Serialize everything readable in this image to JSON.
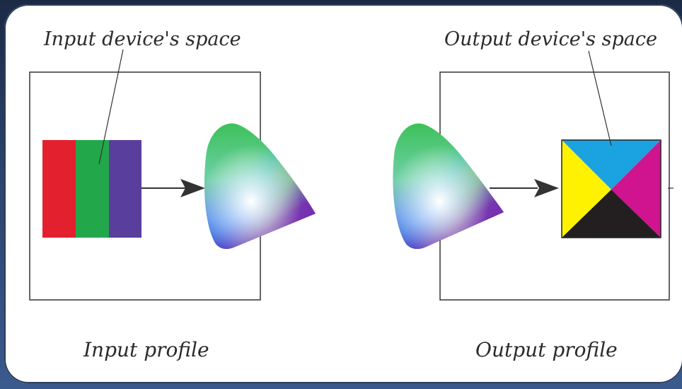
{
  "labels": {
    "input_space": "Input device's space",
    "output_space": "Output device's space",
    "input_profile": "Input profile",
    "output_profile": "Output profile"
  },
  "colors": {
    "rgb_red": "#e3202e",
    "rgb_green": "#22a84a",
    "rgb_blue": "#5a3e9e",
    "cmyk_cyan": "#1aa3e0",
    "cmyk_magenta": "#d0138f",
    "cmyk_yellow": "#fff200",
    "cmyk_black": "#231f20",
    "frame_dark": "#1b2a44"
  }
}
